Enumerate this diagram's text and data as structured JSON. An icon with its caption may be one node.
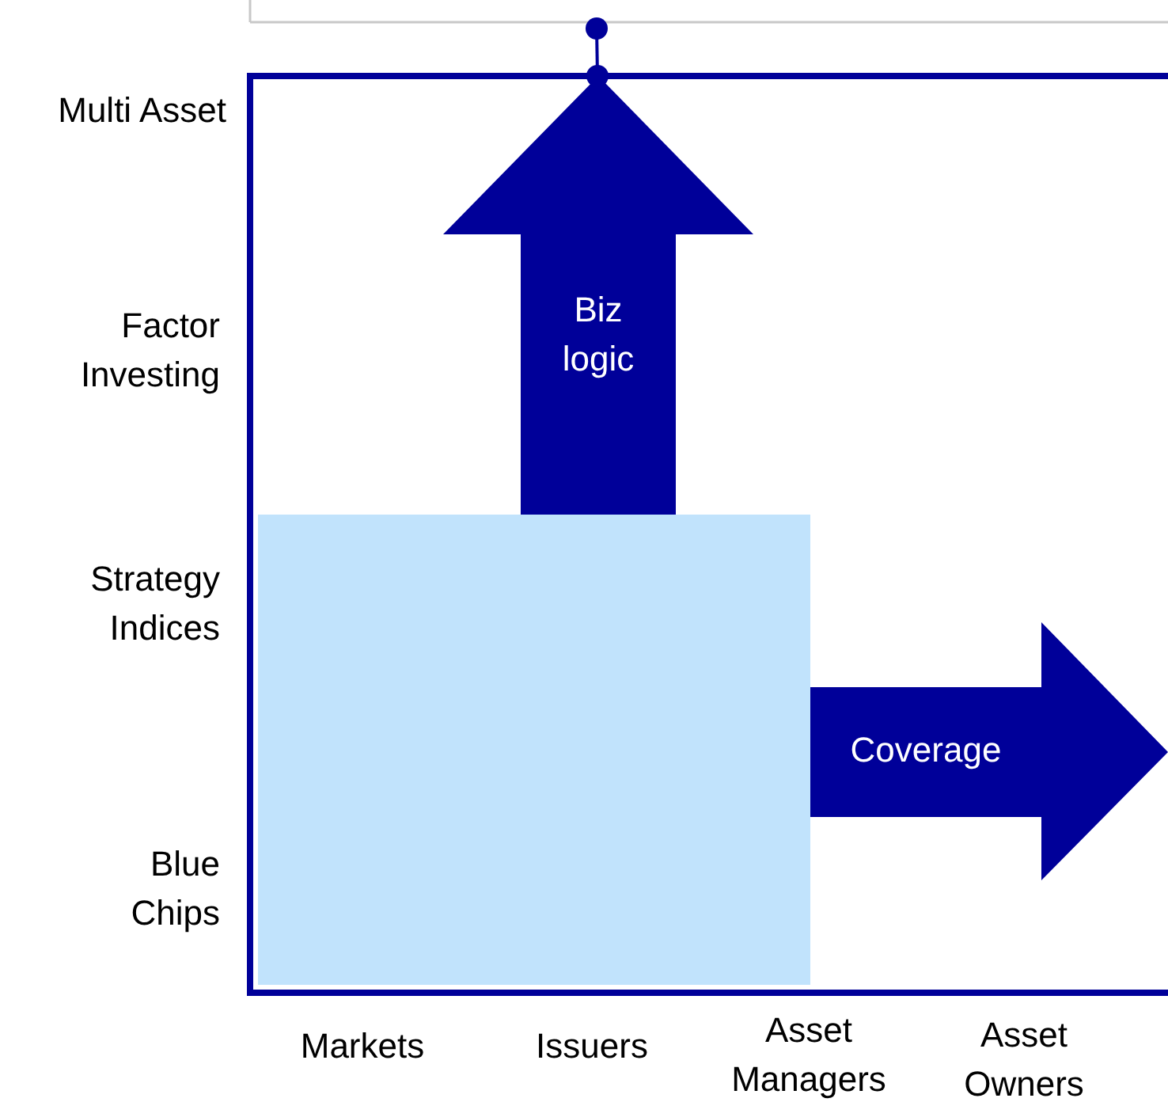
{
  "diagram": {
    "nodes": [
      {
        "text": [
          "Biz logic"
        ]
      },
      {
        "text": [
          "Coverage"
        ]
      },
      {
        "text": [],
        "shape": "box"
      }
    ],
    "labels": [
      "Multi Asset",
      "Factor Investing",
      "Strategy Indices",
      "Blue Chips",
      "Markets",
      "Issuers",
      "Asset Managers",
      "Asset Owners"
    ]
  }
}
